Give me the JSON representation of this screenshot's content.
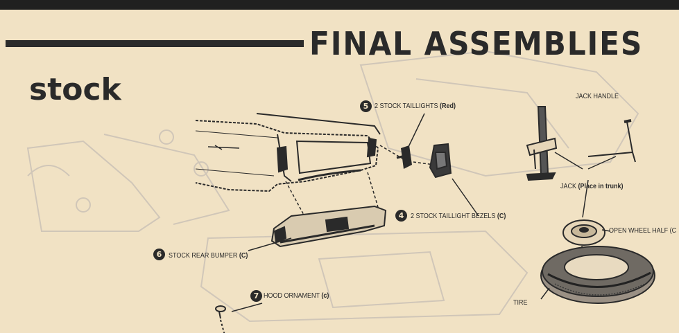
{
  "header": {
    "title": "FINAL ASSEMBLIES",
    "subtitle": "stock"
  },
  "callouts": [
    {
      "number": "5",
      "text": "2 STOCK TAILLIGHTS",
      "note": "(Red)"
    },
    {
      "number": "4",
      "text": "2 STOCK TAILLIGHT BEZELS",
      "note": "(C)"
    },
    {
      "number": "6",
      "text": "STOCK REAR BUMPER",
      "note": "(C)"
    },
    {
      "number": "7",
      "text": "HOOD ORNAMENT",
      "note": "(c)"
    }
  ],
  "labels": {
    "jack_handle": "JACK HANDLE",
    "jack": "JACK",
    "jack_note": "(Place in trunk)",
    "open_wheel_half": "OPEN WHEEL HALF (C",
    "tire": "TIRE"
  },
  "icons": [
    "car-rear-icon",
    "taillight-icon",
    "bezel-icon",
    "bumper-icon",
    "hood-ornament-icon",
    "jack-icon",
    "jack-handle-icon",
    "wheel-icon",
    "tire-icon"
  ],
  "colors": {
    "paper": "#f1e2c4",
    "ink": "#2a2a2a",
    "ghost": "#c9c0b6"
  }
}
